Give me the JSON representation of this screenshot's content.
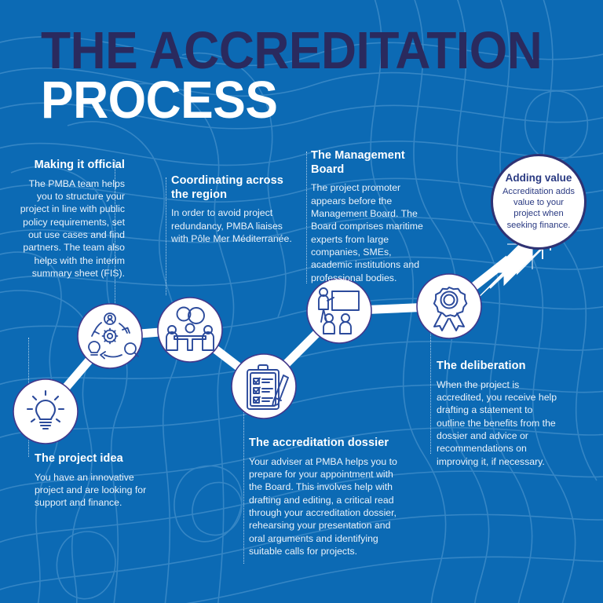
{
  "theme": {
    "background": "#0c6ab4",
    "navy": "#2a2a5e",
    "accent_navy": "#2a3a82",
    "white": "#ffffff",
    "icon_blue": "#2b4a9b",
    "contour_line": "#3f8ac7"
  },
  "title": {
    "line1": "THE ACCREDITATION",
    "line2": "PROCESS"
  },
  "steps": [
    {
      "id": "project-idea",
      "heading": "The project idea",
      "body": "You have an innovative project and are looking for support and finance.",
      "icon": "lightbulb-icon",
      "align": "left"
    },
    {
      "id": "making-it-official",
      "heading": "Making it official",
      "body": "The PMBA team helps you to structure your project in line with public policy requirements, set out use cases and find partners. The team also helps with the interim summary sheet (FIS).",
      "icon": "process-cycle-icon",
      "align": "right"
    },
    {
      "id": "coordinating-across-the-region",
      "heading": "Coordinating across the region",
      "body": "In order to avoid project redundancy, PMBA liaises with Pôle Mer Méditerranée.",
      "icon": "meeting-people-icon",
      "align": "left"
    },
    {
      "id": "accreditation-dossier",
      "heading": "The accreditation dossier",
      "body": "Your adviser at PMBA helps you to prepare for your appointment with the Board. This involves help with drafting and editing, a critical read through your accreditation dossier, rehearsing your presentation and oral arguments and identifying suitable calls for projects.",
      "icon": "clipboard-checklist-icon",
      "align": "left"
    },
    {
      "id": "management-board",
      "heading": "The Management Board",
      "body": "The project promoter appears before the Management Board. The Board comprises maritime experts from large companies, SMEs, academic institutions and professional bodies.",
      "icon": "presentation-board-icon",
      "align": "left"
    },
    {
      "id": "deliberation",
      "heading": "The deliberation",
      "body": "When the project is accredited, you receive help drafting a statement to outline the benefits from the dossier and advice or recommendations on improving it, if necessary.",
      "icon": "award-rosette-icon",
      "align": "left"
    }
  ],
  "adding_value": {
    "heading": "Adding value",
    "body": "Accreditation adds value to your project when seeking finance."
  }
}
